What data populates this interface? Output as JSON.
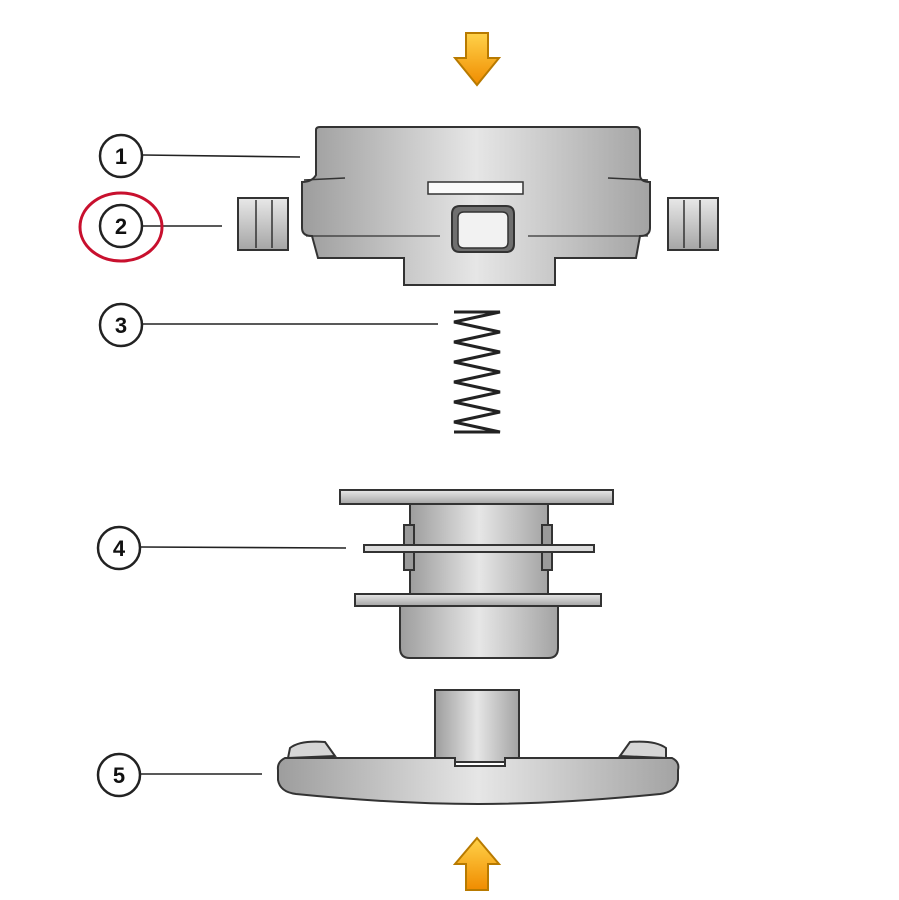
{
  "diagram": {
    "callouts": [
      {
        "label": "1",
        "part": "spool-cover"
      },
      {
        "label": "2",
        "part": "side-tabs",
        "highlighted": true
      },
      {
        "label": "3",
        "part": "spring"
      },
      {
        "label": "4",
        "part": "spool"
      },
      {
        "label": "5",
        "part": "base-knob"
      }
    ],
    "arrows": [
      {
        "direction": "down",
        "position": "top"
      },
      {
        "direction": "up",
        "position": "bottom"
      }
    ],
    "colors": {
      "arrow_fill": "#f7a21b",
      "arrow_stroke": "#b87a00",
      "highlight_ring": "#c8102e",
      "part_fill": "#c9c9c9",
      "part_stroke": "#333333"
    }
  }
}
